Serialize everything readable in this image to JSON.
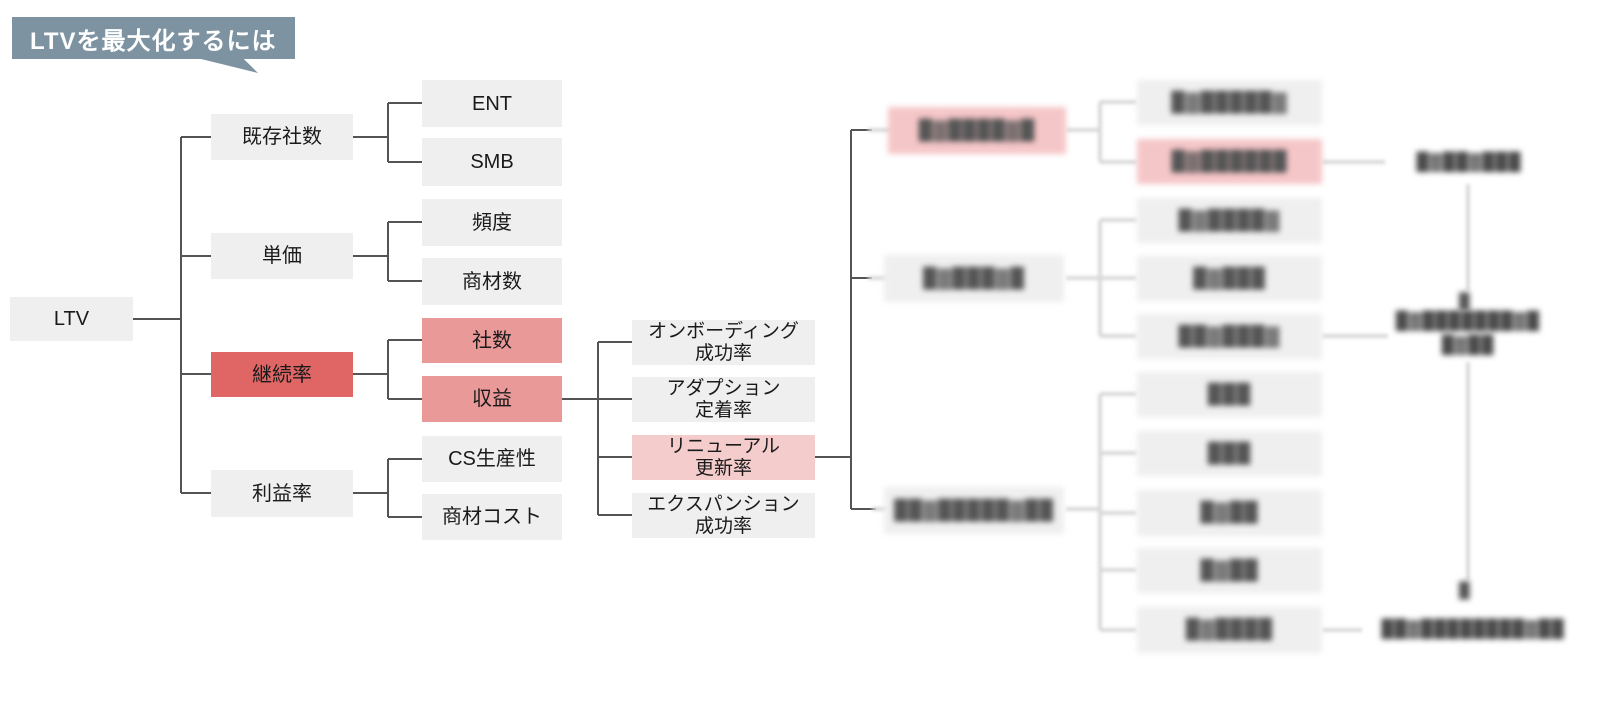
{
  "badge": {
    "label": "LTVを最大化するには"
  },
  "palette": {
    "badge_bg": "#7d93a2",
    "box_gray": "#efefef",
    "red": "#e06666",
    "pink": "#ea9999",
    "light_pink": "#f4cccc",
    "line_dark": "#545454",
    "line_light": "#d9d9d9"
  },
  "nodes": {
    "ltv": {
      "label": "LTV"
    },
    "existing_companies": {
      "label": "既存社数"
    },
    "unit_price": {
      "label": "単価"
    },
    "retention_rate": {
      "label": "継続率"
    },
    "profit_margin": {
      "label": "利益率"
    },
    "ent": {
      "label": "ENT"
    },
    "smb": {
      "label": "SMB"
    },
    "frequency": {
      "label": "頻度"
    },
    "product_count": {
      "label": "商材数"
    },
    "company_count": {
      "label": "社数"
    },
    "revenue": {
      "label": "収益"
    },
    "cs_productivity": {
      "label": "CS生産性"
    },
    "product_cost": {
      "label": "商材コスト"
    },
    "onboarding_success": {
      "label": "オンボーディング\n成功率"
    },
    "adoption_retention": {
      "label": "アダプション\n定着率"
    },
    "renewal_rate": {
      "label": "リニューアル\n更新率"
    },
    "expansion_success": {
      "label": "エクスパンション\n成功率"
    }
  },
  "redacted": {
    "parent1": {
      "label": "█▓████▓█"
    },
    "parent2": {
      "label": "█▓███▓█"
    },
    "parent3": {
      "label": "██▓█████▓██"
    },
    "child1": {
      "label": "█▓█████▓"
    },
    "child2": {
      "label": "█▓██████"
    },
    "child3": {
      "label": "█▓████▓"
    },
    "child4": {
      "label": "█▓███"
    },
    "child5": {
      "label": "██▓███▓"
    },
    "child6": {
      "label": "███"
    },
    "child7": {
      "label": "███"
    },
    "child8": {
      "label": "█▓██"
    },
    "child9": {
      "label": "█▓██"
    },
    "child10": {
      "label": "█▓████"
    },
    "note1": {
      "label": "█▓██▓███"
    },
    "note2": {
      "label": "█▓███████▓█\n█▓██"
    },
    "note3": {
      "label": "██▓████████▓██"
    },
    "marker1": {
      "label": "█"
    },
    "marker2": {
      "label": "█"
    }
  }
}
